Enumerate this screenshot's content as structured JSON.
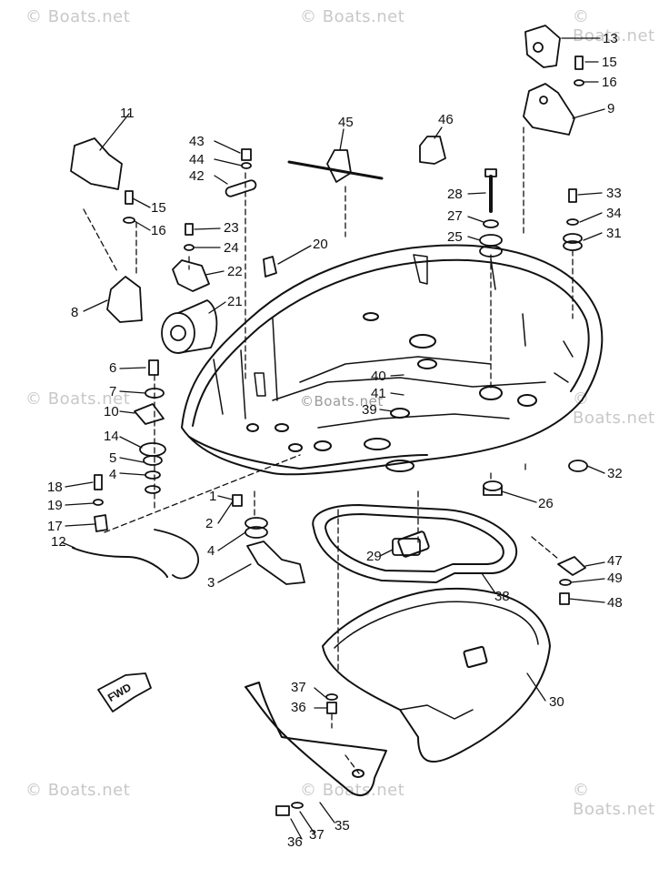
{
  "watermark": "© Boats.net",
  "center_watermark": "©Boats.net",
  "fwd_label": "FWD",
  "parts": [
    {
      "id": "p13",
      "label": "13"
    },
    {
      "id": "p15a",
      "label": "15"
    },
    {
      "id": "p16a",
      "label": "16"
    },
    {
      "id": "p9",
      "label": "9"
    },
    {
      "id": "p11",
      "label": "11"
    },
    {
      "id": "p43",
      "label": "43"
    },
    {
      "id": "p44",
      "label": "44"
    },
    {
      "id": "p42",
      "label": "42"
    },
    {
      "id": "p45",
      "label": "45"
    },
    {
      "id": "p46",
      "label": "46"
    },
    {
      "id": "p28",
      "label": "28"
    },
    {
      "id": "p27",
      "label": "27"
    },
    {
      "id": "p25",
      "label": "25"
    },
    {
      "id": "p33",
      "label": "33"
    },
    {
      "id": "p34",
      "label": "34"
    },
    {
      "id": "p31",
      "label": "31"
    },
    {
      "id": "p15b",
      "label": "15"
    },
    {
      "id": "p16b",
      "label": "16"
    },
    {
      "id": "p23",
      "label": "23"
    },
    {
      "id": "p24",
      "label": "24"
    },
    {
      "id": "p22",
      "label": "22"
    },
    {
      "id": "p20",
      "label": "20"
    },
    {
      "id": "p21",
      "label": "21"
    },
    {
      "id": "p8",
      "label": "8"
    },
    {
      "id": "p6",
      "label": "6"
    },
    {
      "id": "p7",
      "label": "7"
    },
    {
      "id": "p10",
      "label": "10"
    },
    {
      "id": "p14",
      "label": "14"
    },
    {
      "id": "p5",
      "label": "5"
    },
    {
      "id": "p4a",
      "label": "4"
    },
    {
      "id": "p40",
      "label": "40"
    },
    {
      "id": "p41",
      "label": "41"
    },
    {
      "id": "p39",
      "label": "39"
    },
    {
      "id": "p18",
      "label": "18"
    },
    {
      "id": "p19",
      "label": "19"
    },
    {
      "id": "p17",
      "label": "17"
    },
    {
      "id": "p12",
      "label": "12"
    },
    {
      "id": "p1",
      "label": "1"
    },
    {
      "id": "p2",
      "label": "2"
    },
    {
      "id": "p4b",
      "label": "4"
    },
    {
      "id": "p3",
      "label": "3"
    },
    {
      "id": "p32",
      "label": "32"
    },
    {
      "id": "p26",
      "label": "26"
    },
    {
      "id": "p29",
      "label": "29"
    },
    {
      "id": "p38",
      "label": "38"
    },
    {
      "id": "p47",
      "label": "47"
    },
    {
      "id": "p49",
      "label": "49"
    },
    {
      "id": "p48",
      "label": "48"
    },
    {
      "id": "p37a",
      "label": "37"
    },
    {
      "id": "p36a",
      "label": "36"
    },
    {
      "id": "p30",
      "label": "30"
    },
    {
      "id": "p35",
      "label": "35"
    },
    {
      "id": "p36b",
      "label": "36"
    },
    {
      "id": "p37b",
      "label": "37"
    }
  ]
}
